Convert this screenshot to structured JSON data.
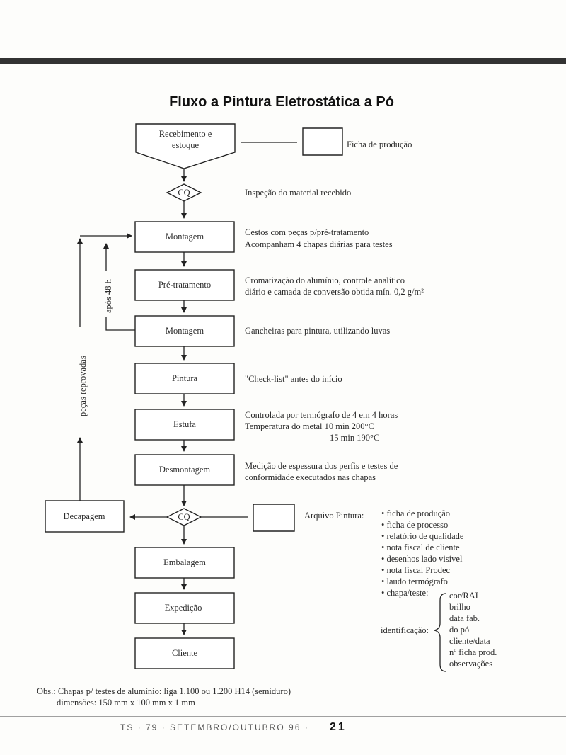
{
  "title": "Fluxo a Pintura Eletrostática a Pó",
  "steps": {
    "receb_line1": "Recebimento e",
    "receb_line2": "estoque",
    "cq": "CQ",
    "montagem": "Montagem",
    "pretratamento": "Pré-tratamento",
    "pintura": "Pintura",
    "estufa": "Estufa",
    "desmontagem": "Desmontagem",
    "decapagem": "Decapagem",
    "embalagem": "Embalagem",
    "expedicao": "Expedição",
    "cliente": "Cliente"
  },
  "side": {
    "apos48": "após 48 h",
    "reprovadas": "peças reprovadas"
  },
  "notes": {
    "ficha_producao": "Ficha de produção",
    "inspecao": "Inspeção do material recebido",
    "montagem1_l1": "Cestos com peças p/pré-tratamento",
    "montagem1_l2": "Acompanham 4 chapas diárias para testes",
    "pretrat_l1": "Cromatização do alumínio, controle analítico",
    "pretrat_l2": "diário e camada de conversão obtida mín. 0,2 g/m²",
    "montagem2": "Gancheiras para pintura, utilizando luvas",
    "pintura": "\"Check-list\" antes do início",
    "estufa_l1": "Controlada por termógrafo de 4 em 4 horas",
    "estufa_l2": "Temperatura do metal 10 min 200°C",
    "estufa_l3": "15 min 190°C",
    "desmont_l1": "Medição de espessura dos perfis e testes de",
    "desmont_l2": "conformidade executados nas chapas"
  },
  "arquivo": {
    "label": "Arquivo Pintura:",
    "items": [
      "• ficha de produção",
      "• ficha de processo",
      "• relatório de qualidade",
      "• nota fiscal de cliente",
      "• desenhos lado visível",
      "• nota fiscal Prodec",
      "• laudo termógrafo",
      "• chapa/teste:"
    ],
    "identificacao": "identificação:",
    "sub_items": [
      "cor/RAL",
      "brilho",
      "data fab.",
      "do pó",
      "cliente/data",
      "nº ficha prod.",
      "observações"
    ]
  },
  "obs": {
    "line1": "Obs.: Chapas p/ testes de alumínio: liga 1.100 ou 1.200 H14 (semiduro)",
    "line2": "dimensões: 150 mm x 100 mm x 1 mm"
  },
  "footer": {
    "text": "TS · 79 · SETEMBRO/OUTUBRO 96 ·",
    "page": "21"
  }
}
